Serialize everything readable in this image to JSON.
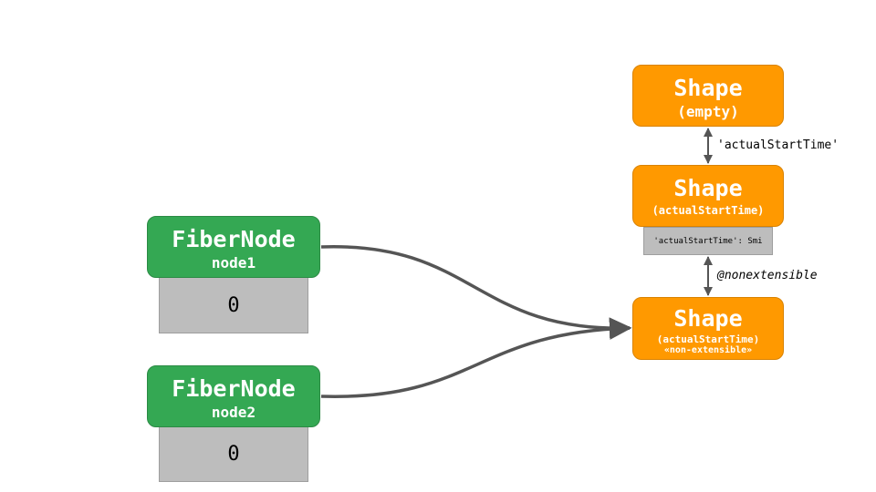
{
  "fiber_nodes": [
    {
      "title": "FiberNode",
      "name": "node1",
      "field_value": "0"
    },
    {
      "title": "FiberNode",
      "name": "node2",
      "field_value": "0"
    }
  ],
  "shapes": [
    {
      "title": "Shape",
      "subtitle": "(empty)"
    },
    {
      "title": "Shape",
      "subtitle": "(actualStartTime)",
      "descriptor": "'actualStartTime': Smi"
    },
    {
      "title": "Shape",
      "subtitle": "(actualStartTime)",
      "note": "«non-extensible»"
    }
  ],
  "transitions": [
    {
      "label": "'actualStartTime'"
    },
    {
      "label": "@nonextensible"
    }
  ],
  "colors": {
    "fiber_node": "#34a853",
    "shape": "#ff9900",
    "field_box": "#bdbdbd",
    "arrow": "#555555"
  }
}
